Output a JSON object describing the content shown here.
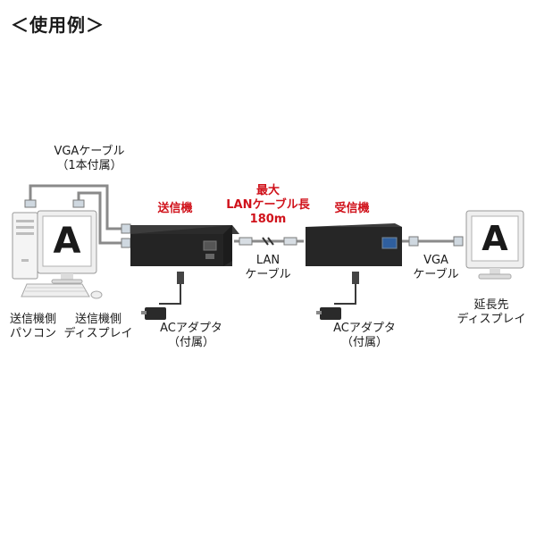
{
  "title": "＜使用例＞",
  "colors": {
    "accent": "#d0121b",
    "device": "#2b2b2b",
    "cable": "#8a8a8a"
  },
  "labels": {
    "vga_cable_top_1": "VGAケーブル",
    "vga_cable_top_2": "（1本付属）",
    "transmitter": "送信機",
    "receiver": "受信機",
    "max_length_1": "最大",
    "max_length_2": "LANケーブル長",
    "max_length_3": "180m",
    "lan_cable_1": "LAN",
    "lan_cable_2": "ケーブル",
    "vga_cable_right_1": "VGA",
    "vga_cable_right_2": "ケーブル",
    "tx_pc_1": "送信機側",
    "tx_pc_2": "パソコン",
    "tx_display_1": "送信機側",
    "tx_display_2": "ディスプレイ",
    "ac_adapter_left_1": "ACアダプタ",
    "ac_adapter_left_2": "（付属）",
    "ac_adapter_right_1": "ACアダプタ",
    "ac_adapter_right_2": "（付属）",
    "ext_display_1": "延長先",
    "ext_display_2": "ディスプレイ",
    "screen_letter_left": "A",
    "screen_letter_right": "A"
  }
}
